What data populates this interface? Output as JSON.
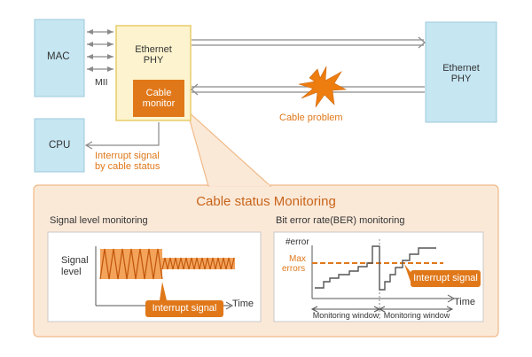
{
  "diagram": {
    "mac": "MAC",
    "mii": "MII",
    "phy_left": [
      "Ethernet",
      "PHY"
    ],
    "cable_monitor": [
      "Cable",
      "monitor"
    ],
    "phy_right": [
      "Ethernet",
      "PHY"
    ],
    "cable_problem": "Cable problem",
    "cpu": "CPU",
    "interrupt_note": [
      "Interrupt signal",
      "by cable status"
    ]
  },
  "panel": {
    "title": "Cable status Monitoring",
    "signal": {
      "heading": "Signal level monitoring",
      "ylabel": [
        "Signal",
        "level"
      ],
      "xlabel": "Time",
      "callout": "Interrupt signal"
    },
    "ber": {
      "heading": "Bit error rate(BER) monitoring",
      "ylabel": "#error",
      "threshold": [
        "Max",
        "errors"
      ],
      "xlabel": "Time",
      "callout": "Interrupt signal",
      "windows": [
        "Monitoring window",
        "Monitoring window"
      ]
    }
  },
  "colors": {
    "box_blue": "#c6e6f2",
    "box_blue_border": "#9cc9dc",
    "phy_fill": "#fdf4cf",
    "phy_border": "#e8cc6a",
    "accent_orange": "#e0781a",
    "panel_fill": "#fbe9d8",
    "panel_border": "#f0b987"
  }
}
